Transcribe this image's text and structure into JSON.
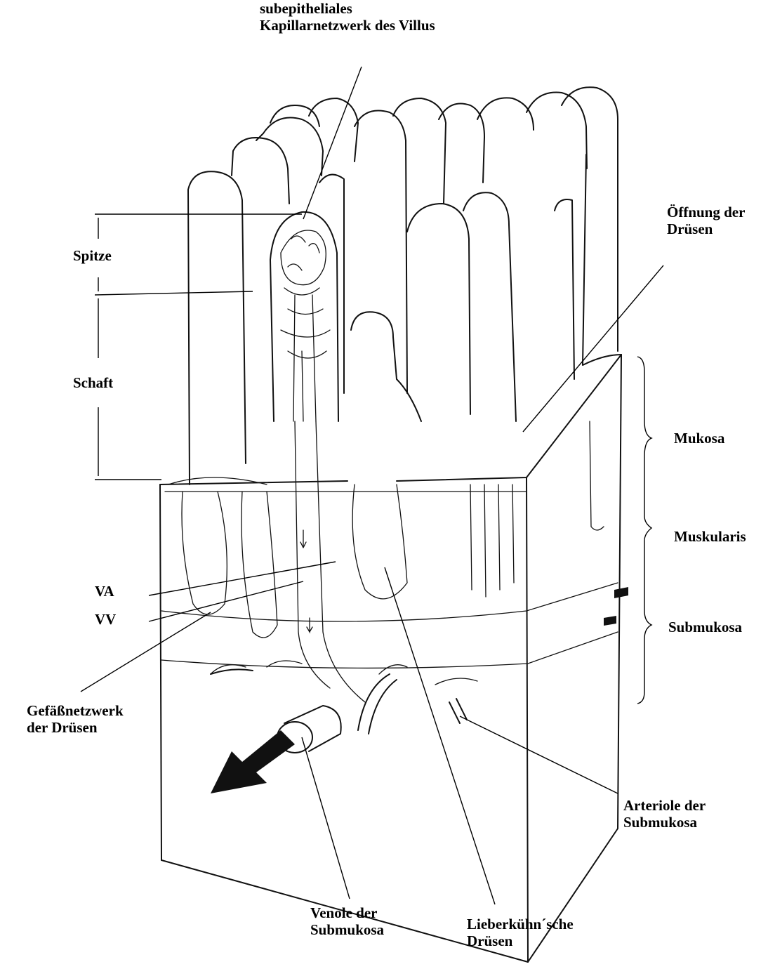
{
  "figure": {
    "labels": {
      "capillary_network": {
        "line1": "subepitheliales",
        "line2": "Kapillarnetzwerk des Villus"
      },
      "tip": "Spitze",
      "shaft": "Schaft",
      "gland_opening": {
        "line1": "Öffnung der",
        "line2": "Drüsen"
      },
      "mucosa": "Mukosa",
      "muscularis": "Muskularis",
      "submucosa": "Submukosa",
      "va": "VA",
      "vv": "VV",
      "gland_vessel_network": {
        "line1": "Gefäßnetzwerk",
        "line2": "der Drüsen"
      },
      "submucosal_arteriole": {
        "line1": "Arteriole der",
        "line2": "Submukosa"
      },
      "submucosal_venule": {
        "line1": "Venole der",
        "line2": "Submukosa"
      },
      "lieberkuehn_glands": {
        "line1": "Lieberkühn´sche",
        "line2": "Drüsen"
      }
    }
  }
}
